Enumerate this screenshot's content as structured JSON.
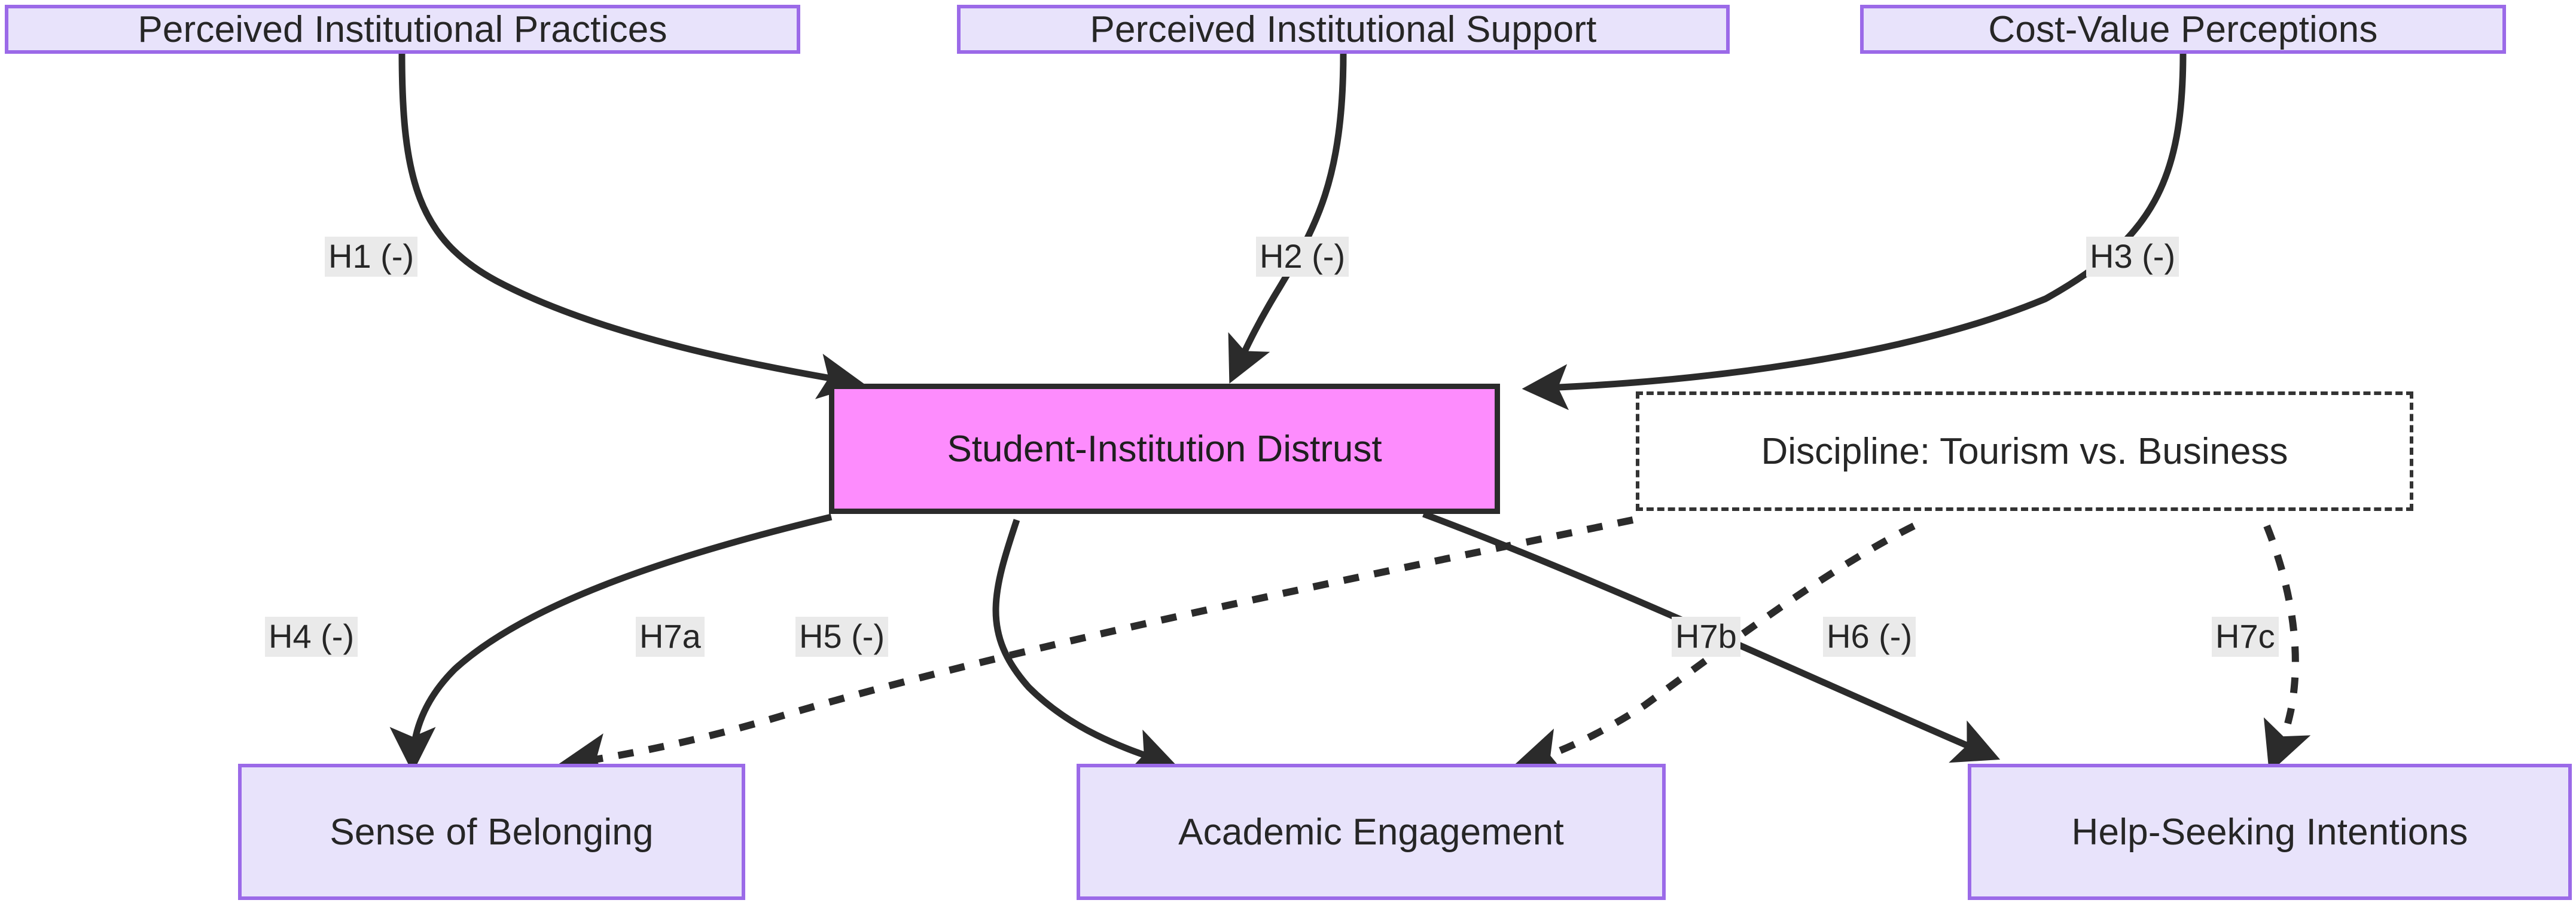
{
  "diagram": {
    "type": "conceptual-path-model",
    "title": "",
    "colors": {
      "node_fill": "#e8e3fb",
      "node_border": "#9b6ae8",
      "core_fill": "#fd8cfd",
      "core_border": "#2b2b2b",
      "edge": "#2b2b2b",
      "label_bg": "#eaeaea",
      "moderator_border": "#333333"
    },
    "nodes": {
      "antecedents": [
        {
          "id": "pip",
          "label": "Perceived Institutional Practices"
        },
        {
          "id": "pis",
          "label": "Perceived Institutional Support"
        },
        {
          "id": "cvp",
          "label": "Cost-Value Perceptions"
        }
      ],
      "core": {
        "id": "sid",
        "label": "Student-Institution Distrust"
      },
      "moderator": {
        "id": "disc",
        "label": "Discipline: Tourism vs. Business"
      },
      "outcomes": [
        {
          "id": "sob",
          "label": "Sense of Belonging"
        },
        {
          "id": "ae",
          "label": "Academic Engagement"
        },
        {
          "id": "hsi",
          "label": "Help-Seeking Intentions"
        }
      ]
    },
    "edges": [
      {
        "id": "h1",
        "label": "H1 (-)",
        "from": "pip",
        "to": "sid",
        "style": "solid",
        "sign": "-"
      },
      {
        "id": "h2",
        "label": "H2 (-)",
        "from": "pis",
        "to": "sid",
        "style": "solid",
        "sign": "-"
      },
      {
        "id": "h3",
        "label": "H3 (-)",
        "from": "cvp",
        "to": "sid",
        "style": "solid",
        "sign": "-"
      },
      {
        "id": "h4",
        "label": "H4 (-)",
        "from": "sid",
        "to": "sob",
        "style": "solid",
        "sign": "-"
      },
      {
        "id": "h5",
        "label": "H5 (-)",
        "from": "sid",
        "to": "ae",
        "style": "solid",
        "sign": "-"
      },
      {
        "id": "h6",
        "label": "H6 (-)",
        "from": "sid",
        "to": "hsi",
        "style": "solid",
        "sign": "-"
      },
      {
        "id": "h7a",
        "label": "H7a",
        "from": "disc",
        "to": "sob",
        "style": "dashed",
        "sign": ""
      },
      {
        "id": "h7b",
        "label": "H7b",
        "from": "disc",
        "to": "ae",
        "style": "dashed",
        "sign": ""
      },
      {
        "id": "h7c",
        "label": "H7c",
        "from": "disc",
        "to": "hsi",
        "style": "dashed",
        "sign": ""
      }
    ]
  }
}
